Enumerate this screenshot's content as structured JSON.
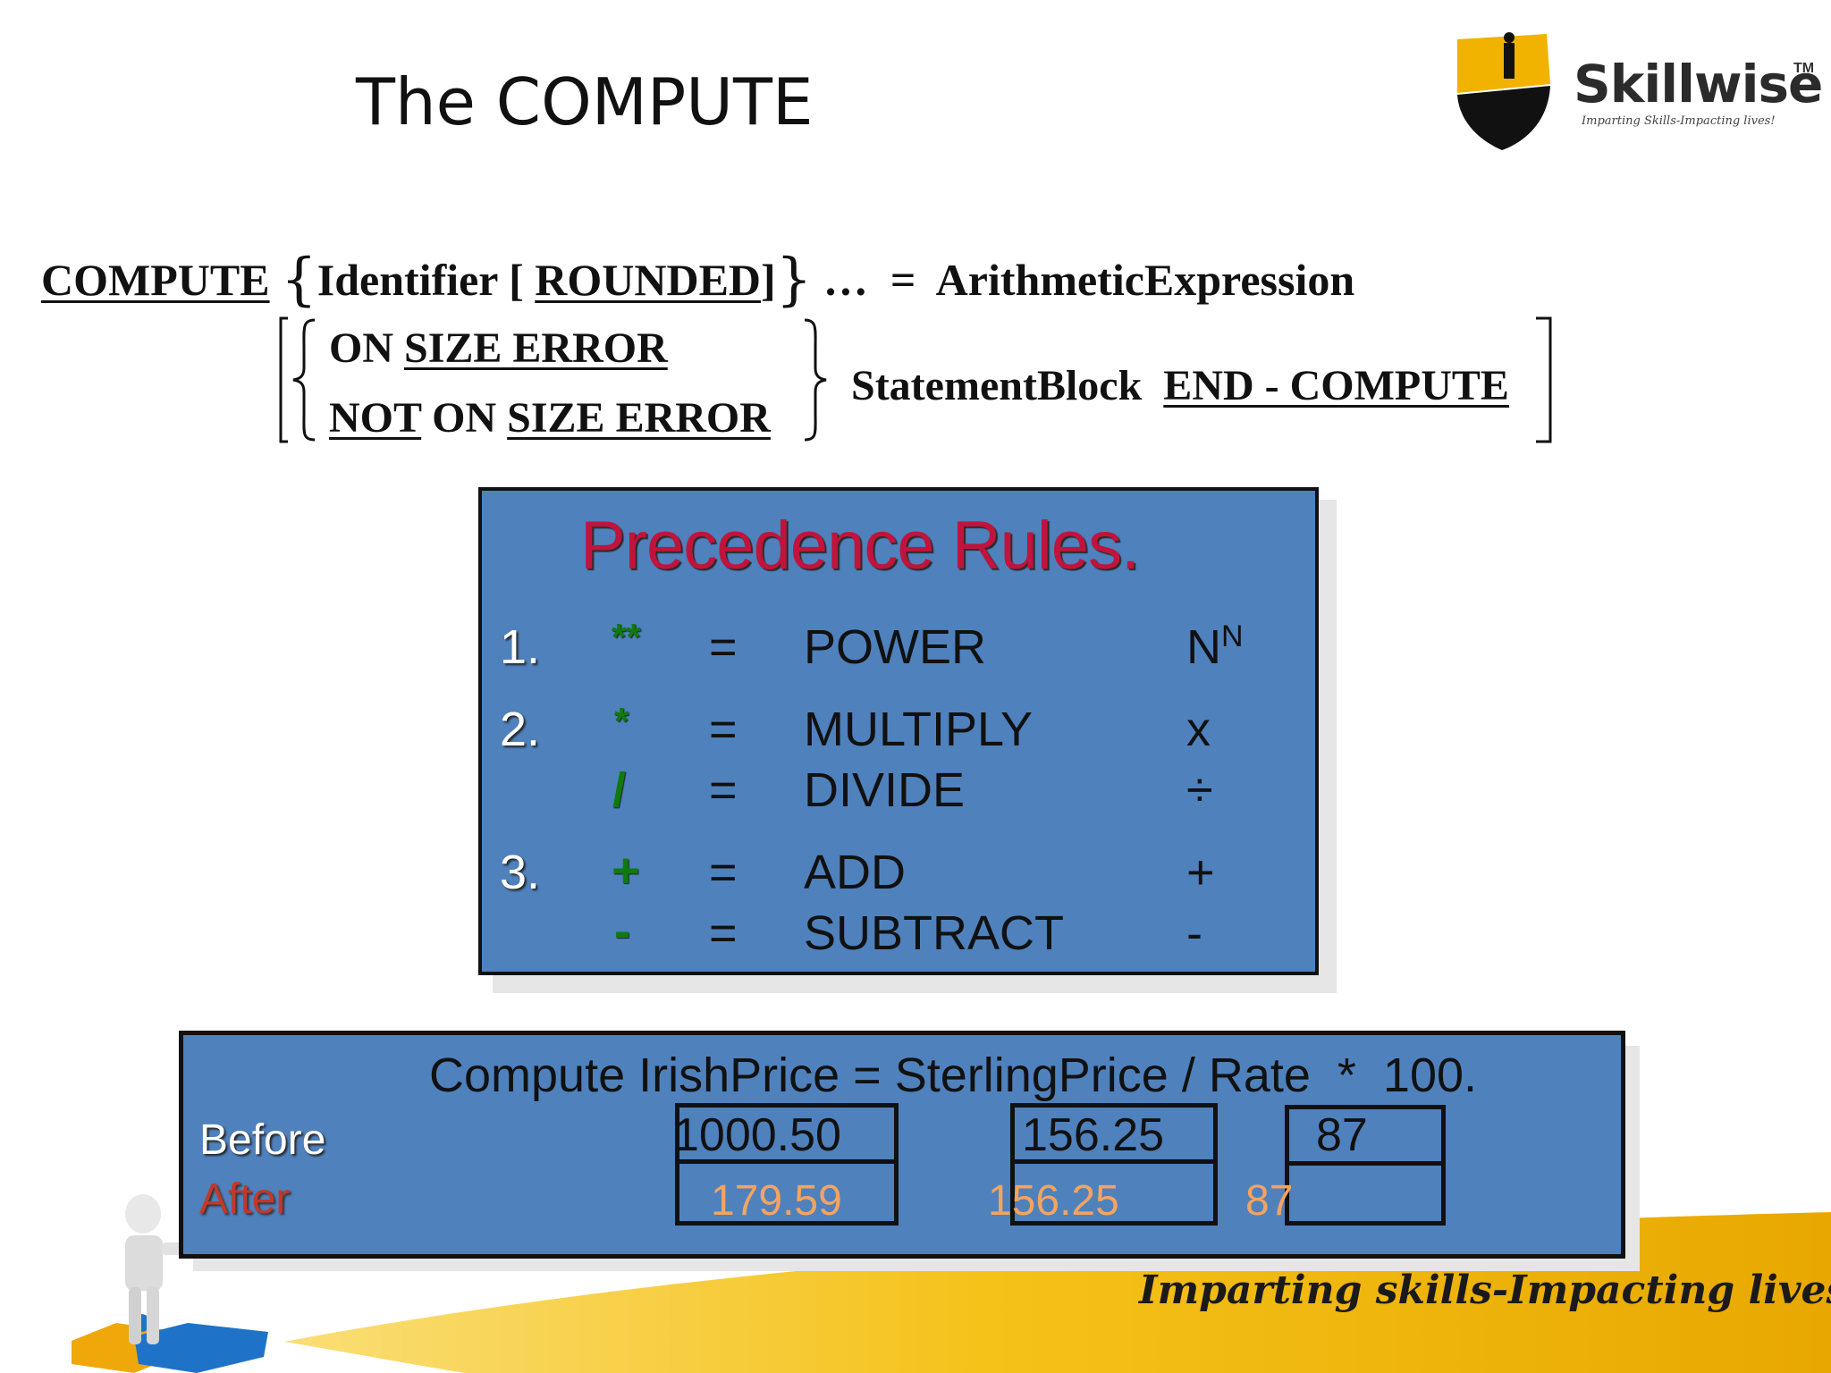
{
  "title": "The COMPUTE",
  "logo": {
    "name": "Skillwise",
    "tm": "TM",
    "tagline": "Imparting Skills-Impacting lives!"
  },
  "syntax": {
    "line1": {
      "keyword": "COMPUTE",
      "identifier": "Identifier [",
      "rounded": "ROUNDED",
      "close": "]",
      "ellipsis": "…",
      "equals": "=",
      "expression": "ArithmeticExpression"
    },
    "on_size_error": {
      "on": "ON",
      "size_error": "SIZE ERROR"
    },
    "not_on_size_error": {
      "not": "NOT",
      "on": "ON",
      "size_error": "SIZE ERROR"
    },
    "statement_block": "StatementBlock",
    "end_compute": "END - COMPUTE"
  },
  "precedence": {
    "title": "Precedence Rules.",
    "rows": [
      {
        "num": "1.",
        "op": "**",
        "eq": "=",
        "name": "POWER",
        "sym": "N",
        "sup": "N"
      },
      {
        "num": "2.",
        "op": "*",
        "eq": "=",
        "name": "MULTIPLY",
        "sym": "x"
      },
      {
        "num": "",
        "op": "/",
        "eq": "=",
        "name": "DIVIDE",
        "sym": "÷"
      },
      {
        "num": "3.",
        "op": "+",
        "eq": "=",
        "name": "ADD",
        "sym": "+"
      },
      {
        "num": "",
        "op": "-",
        "eq": "=",
        "name": "SUBTRACT",
        "sym": "-"
      }
    ]
  },
  "example": {
    "statement": "Compute IrishPrice = SterlingPrice / Rate  *  100.",
    "before_label": "Before",
    "after_label": "After",
    "before": {
      "irish": "1000.50",
      "sterling": "156.25",
      "rate": "87"
    },
    "after": {
      "irish": "179.59",
      "sterling": "156.25",
      "rate": "87"
    }
  },
  "banner": {
    "tagline": "Imparting skills-Impacting lives!"
  },
  "colors": {
    "box": "#4f81bd",
    "title_red": "#c0143c",
    "operator_green": "#0f7a0f",
    "after_red": "#c0392b",
    "after_orange": "#f4a460",
    "banner_yellow": "#f2b200"
  }
}
